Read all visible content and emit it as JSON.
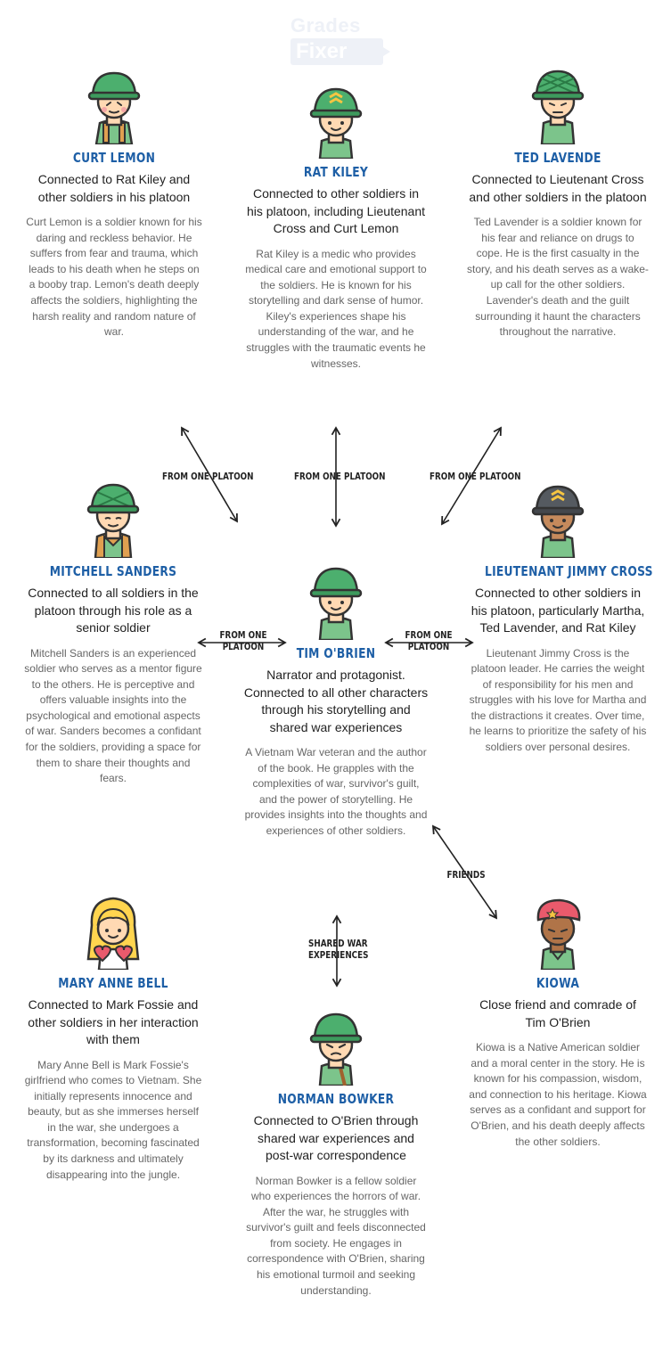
{
  "logo": {
    "line1": "Grades",
    "line2": "Fixer"
  },
  "characters": {
    "curt_lemon": {
      "name": "CURT LEMON",
      "connection": "Connected to Rat Kiley and other soldiers in his platoon",
      "description": "Curt Lemon is a soldier known for his daring and reckless behavior. He suffers from fear and trauma, which leads to his death when he steps on a booby trap. Lemon's death deeply affects the soldiers, highlighting the harsh reality and random nature of war."
    },
    "rat_kiley": {
      "name": "RAT KILEY",
      "connection": "Connected to other soldiers in his platoon, including Lieutenant Cross and Curt Lemon",
      "description": "Rat Kiley is a medic who provides medical care and emotional support to the soldiers. He is known for his storytelling and dark sense of humor. Kiley's experiences shape his understanding of the war, and he struggles with the traumatic events he witnesses."
    },
    "ted_lavender": {
      "name": "TED LAVENDE",
      "connection": "Connected to Lieutenant Cross and other soldiers in the platoon",
      "description": "Ted Lavender is a soldier known for his fear and reliance on drugs to cope. He is the first casualty in the story, and his death serves as a wake-up call for the other soldiers. Lavender's death and the guilt surrounding it haunt the characters throughout the narrative."
    },
    "mitchell_sanders": {
      "name": "MITCHELL SANDERS",
      "connection": "Connected to all soldiers in the platoon through his role as a senior soldier",
      "description": "Mitchell Sanders is an experienced soldier who serves as a mentor figure to the others. He is perceptive and offers valuable insights into the psychological and emotional aspects of war. Sanders becomes a confidant for the soldiers, providing a space for them to share their thoughts and fears."
    },
    "tim_obrien": {
      "name": "TIM O'BRIEN",
      "connection": "Narrator and protagonist. Connected to all other characters through his storytelling and shared war experiences",
      "description": "A Vietnam War veteran and the author of the book. He grapples with the complexities of war, survivor's guilt, and the power of storytelling. He provides insights into the thoughts and experiences of other soldiers."
    },
    "jimmy_cross": {
      "name": "LIEUTENANT JIMMY CROSS",
      "connection": "Connected to other soldiers in his platoon, particularly Martha, Ted Lavender, and Rat Kiley",
      "description": "Lieutenant Jimmy Cross is the platoon leader. He carries the weight of responsibility for his men and struggles with his love for Martha and the distractions it creates. Over time, he learns to prioritize the safety of his soldiers over personal desires."
    },
    "mary_anne_bell": {
      "name": "MARY ANNE BELL",
      "connection": "Connected to Mark Fossie and other soldiers in her interaction with them",
      "description": "Mary Anne Bell is Mark Fossie's girlfriend who comes to Vietnam. She initially represents innocence and beauty, but as she immerses herself in the war, she undergoes a transformation, becoming fascinated by its darkness and ultimately disappearing into the jungle."
    },
    "norman_bowker": {
      "name": "NORMAN BOWKER",
      "connection": "Connected to O'Brien through shared war experiences and post-war correspondence",
      "description": "Norman Bowker is a fellow soldier who experiences the horrors of war. After the war, he struggles with survivor's guilt and feels disconnected from society. He engages in correspondence with O'Brien, sharing his emotional turmoil and seeking understanding."
    },
    "kiowa": {
      "name": "KIOWA",
      "connection": "Close friend and comrade of Tim O'Brien",
      "description": "Kiowa is a Native American soldier and a moral center in the story. He is known for his compassion, wisdom, and connection to his heritage. Kiowa serves as a confidant and support for O'Brien, and his death deeply affects the other soldiers."
    }
  },
  "relations": {
    "lemon_to_center": "FROM ONE PLATOON",
    "kiley_to_center": "FROM ONE PLATOON",
    "lavender_to_center": "FROM ONE PLATOON",
    "sanders_line1": "FROM ONE",
    "sanders_line2": "PLATOON",
    "cross_line1": "FROM ONE",
    "cross_line2": "PLATOON",
    "kiowa": "FRIENDS",
    "bowker_line1": "SHARED WAR",
    "bowker_line2": "EXPERIENCES"
  },
  "icons": [
    "soldier-avatar-icon",
    "arrow-icon"
  ],
  "colors": {
    "name": "#1e5fa6",
    "helmet": "#4caf6e",
    "skin": "#ffd9b3",
    "beret": "#e95a6c"
  }
}
